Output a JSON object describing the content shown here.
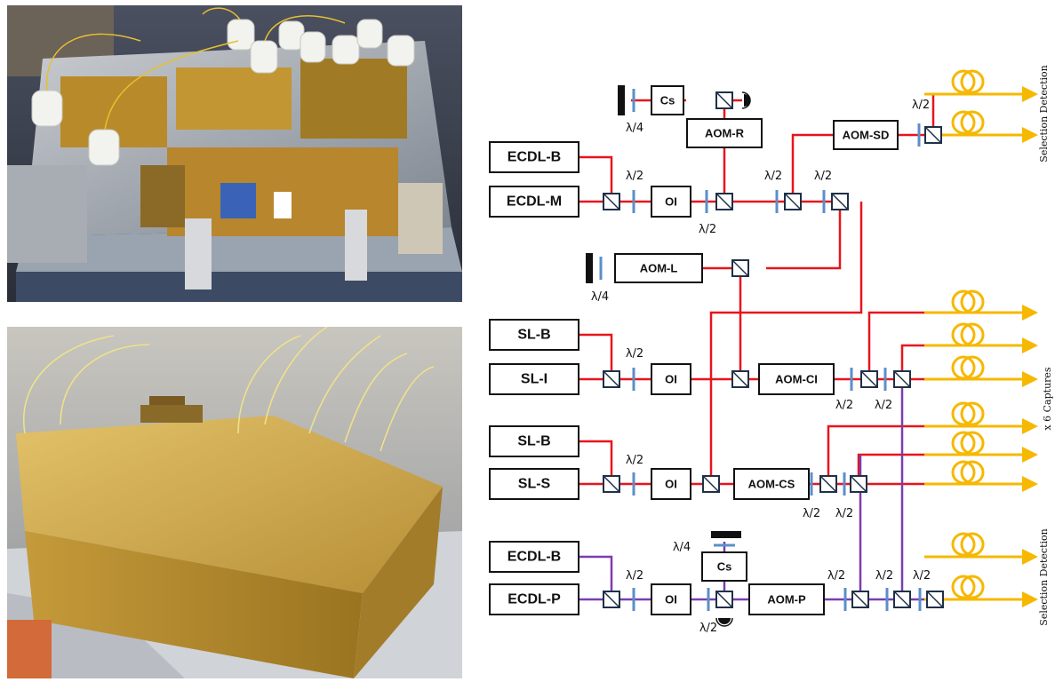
{
  "photos": {
    "top": "Open optical bench with fibre collimators, optics and electronics",
    "bottom": "Closed gold-plated optical bench housing with fibre outputs"
  },
  "diagram": {
    "boxes": {
      "ecdl_b1": "ECDL-B",
      "ecdl_m": "ECDL-M",
      "cs_top": "Cs",
      "aom_r": "AOM-R",
      "aom_sd": "AOM-SD",
      "aom_l": "AOM-L",
      "sl_b1": "SL-B",
      "sl_i": "SL-I",
      "aom_ci": "AOM-CI",
      "sl_b2": "SL-B",
      "sl_s": "SL-S",
      "aom_cs": "AOM-CS",
      "ecdl_b2": "ECDL-B",
      "ecdl_p": "ECDL-P",
      "cs_bottom": "Cs",
      "aom_p": "AOM-P",
      "oi": "OI"
    },
    "half_wave": "λ/2",
    "quarter_wave": "λ/4",
    "side_labels": {
      "top": "Selection Detection",
      "middle": "x 6 Captures",
      "bottom": "Selection Detection"
    }
  },
  "colors": {
    "laser_red": "#e8141c",
    "laser_purple": "#7a3db0",
    "fiber": "#f6b800",
    "waveplate": "#5b8fc8",
    "optic_frame": "#1f3048"
  }
}
